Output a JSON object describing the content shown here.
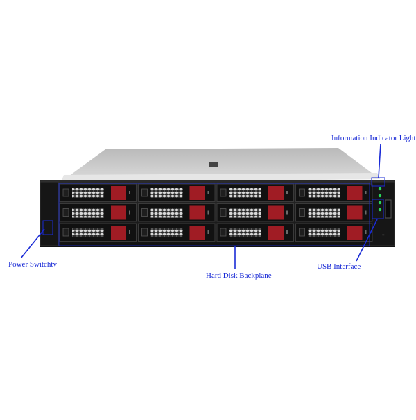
{
  "colors": {
    "annotation": "#1a2bd6",
    "chassis_top": "#c9c9c9",
    "chassis_front": "#1c1c1c",
    "drive_latch": "#a01c24",
    "indicator_green": "#29d65a"
  },
  "labels": {
    "info_light": "Information Indicator Light",
    "power_switch": "Power Switchtv",
    "hdd_backplane": "Hard Disk Backplane",
    "usb_interface": "USB Interface"
  },
  "drive_bays": {
    "rows": 3,
    "columns": 4
  }
}
